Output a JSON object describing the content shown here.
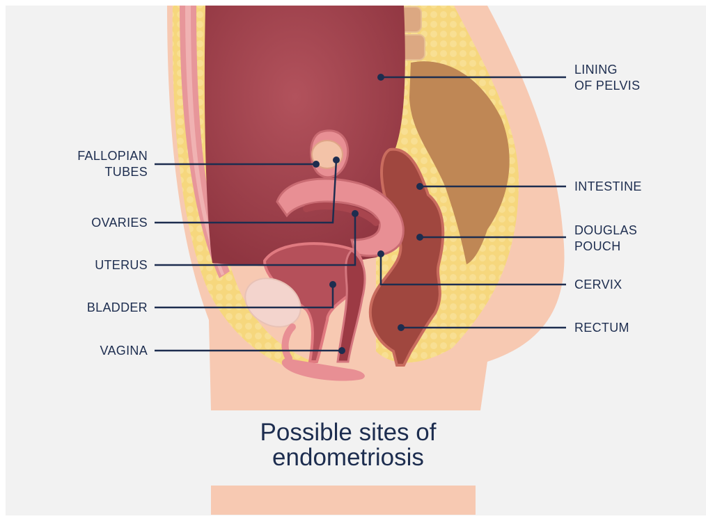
{
  "caption": "Possible sites of\nendometriosis",
  "labels_left": {
    "fallopian_tubes": "FALLOPIAN\nTUBES",
    "ovaries": "OVARIES",
    "uterus": "UTERUS",
    "bladder": "BLADDER",
    "vagina": "VAGINA"
  },
  "labels_right": {
    "lining_of_pelvis": "LINING\nOF PELVIS",
    "intestine": "INTESTINE",
    "douglas_pouch": "DOUGLAS\nPOUCH",
    "cervix": "CERVIX",
    "rectum": "RECTUM"
  },
  "colors": {
    "background": "#f2f2f2",
    "skin": "#f7c9b2",
    "fat": "#f6d77d",
    "muscle": "#e7969a",
    "uterus": "#a8454e",
    "intestine": "#a0473f",
    "stool": "#bf8755",
    "leader_line": "#1d2d4f"
  }
}
